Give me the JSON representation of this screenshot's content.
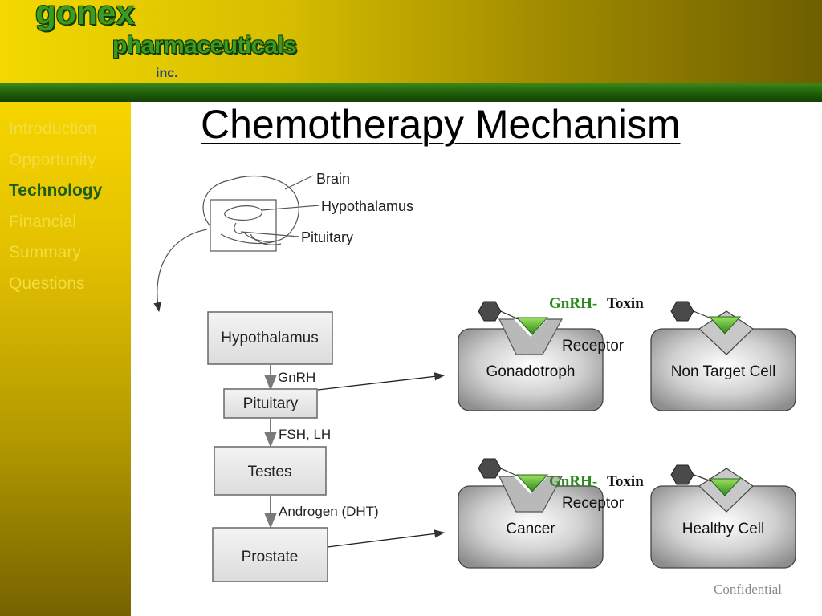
{
  "brand": {
    "name": "gonex",
    "sub": "pharmaceuticals",
    "inc": "inc."
  },
  "nav": {
    "items": [
      {
        "label": "Introduction",
        "active": false
      },
      {
        "label": "Opportunity",
        "active": false
      },
      {
        "label": "Technology",
        "active": true
      },
      {
        "label": "Financial",
        "active": false
      },
      {
        "label": "Summary",
        "active": false
      },
      {
        "label": "Questions",
        "active": false
      }
    ]
  },
  "title": "Chemotherapy Mechanism",
  "brain": {
    "labels": {
      "brain": "Brain",
      "hypothalamus": "Hypothalamus",
      "pituitary": "Pituitary"
    }
  },
  "flow": {
    "boxes": [
      "Hypothalamus",
      "Pituitary",
      "Testes",
      "Prostate"
    ],
    "arrows": [
      "GnRH",
      "FSH, LH",
      "Androgen (DHT)"
    ]
  },
  "cells": {
    "gonadotroph": "Gonadotroph",
    "non_target": "Non Target Cell",
    "cancer": "Cancer",
    "healthy": "Healthy Cell",
    "receptor": "Receptor",
    "ligand_gnrh": "GnRH-",
    "ligand_toxin": "Toxin"
  },
  "footer": {
    "confidential": "Confidential"
  },
  "colors": {
    "ligand_green": "#2c8a1c",
    "header_gold": "#f3d800",
    "band_green": "#1f5e0a"
  }
}
